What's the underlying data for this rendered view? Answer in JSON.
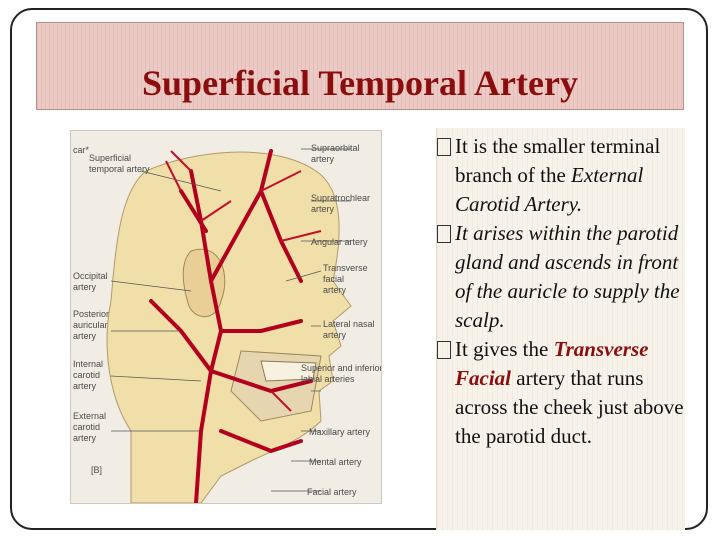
{
  "title": "Superficial Temporal Artery",
  "figure": {
    "labels": {
      "car": "car*",
      "superficial_temporal": "Superficial\ntemporal artery",
      "supraorbital": "Supraorbital\nartery",
      "supratrochlear": "Supratrochlear\nartery",
      "angular": "Angular artery",
      "transverse_facial": "Transverse\nfacial\nartery",
      "occipital": "Occipital\nartery",
      "posterior_auricular": "Posterior\nauricular\nartery",
      "lateral_nasal": "Lateral nasal\nartery",
      "internal_carotid": "Internal\ncarotid\nartery",
      "superior_inferior_labial": "Superior and inferior\nlabial arteries",
      "external_carotid": "External\ncarotid\nartery",
      "maxillary": "Maxillary artery",
      "mental": "Mental artery",
      "panel": "[B]",
      "facial": "Facial artery"
    }
  },
  "bullets": {
    "b1": {
      "symbol": "□",
      "text": "It is the  smaller terminal branch of the ",
      "italic": "External Carotid Artery."
    },
    "b2": {
      "symbol": "□",
      "italic": "It arises within the parotid gland and ascends in front of the auricle to supply the scalp."
    },
    "b3": {
      "symbol": "□",
      "pre": "It gives the ",
      "emph": "Transverse Facial",
      "post": " artery that runs across the cheek just above the parotid duct."
    }
  },
  "colors": {
    "title": "#8b0d0d",
    "title_bg": "#eccbc6",
    "artery": "#b3001e",
    "skin": "#f0dfa8"
  }
}
